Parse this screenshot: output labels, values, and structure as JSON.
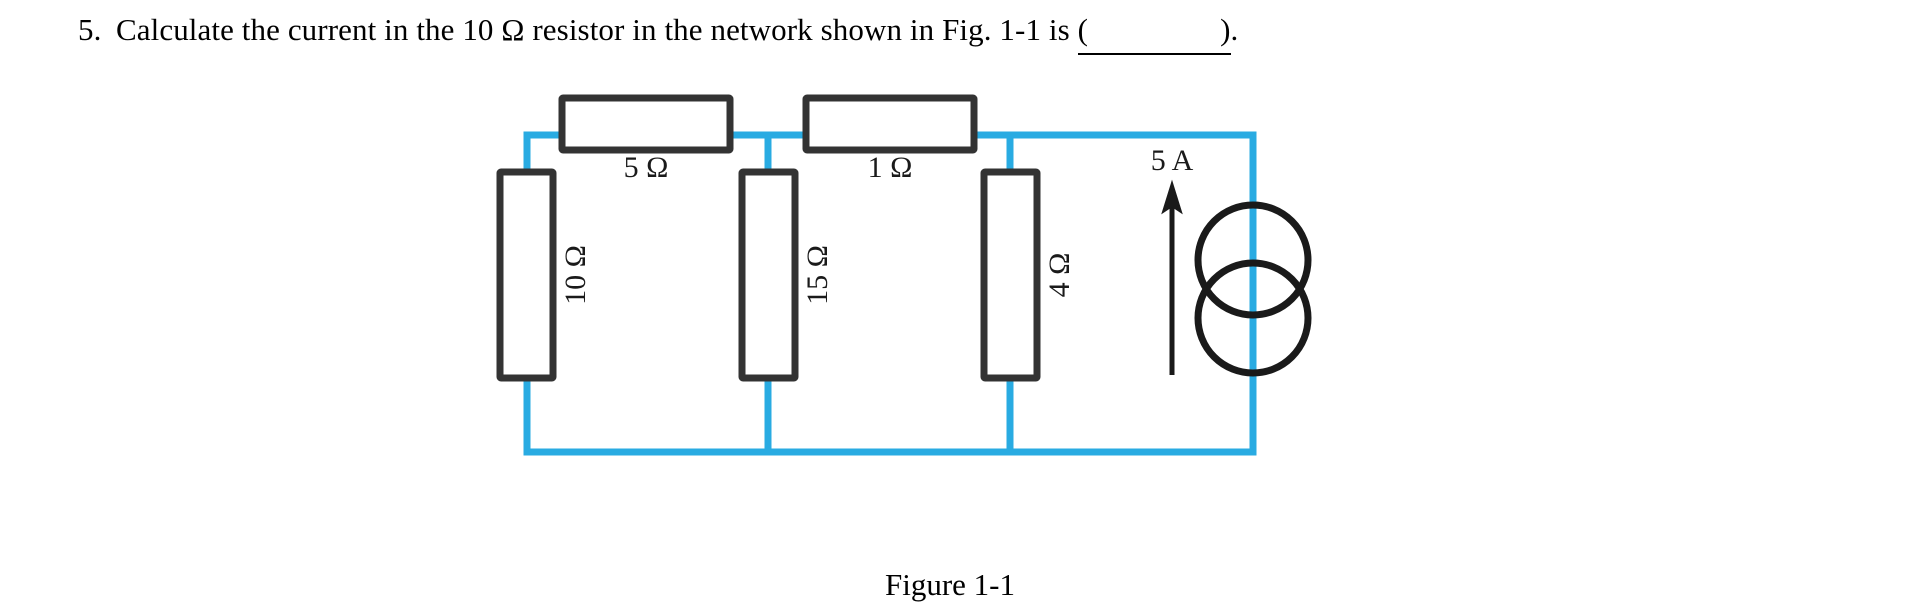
{
  "question": {
    "number": "5.",
    "text_before_blank": "Calculate the current in the 10 Ω resistor in the network shown in Fig. 1-1 is ",
    "blank_open_paren": "(",
    "blank_close_paren": ")",
    "trailing_period": "."
  },
  "figure": {
    "caption": "Figure 1-1",
    "wire_color": "#29ABE2",
    "component_color": "#333333",
    "label_color": "#1a1a1a",
    "series_resistors": [
      {
        "name": "5 ohm series resistor",
        "label": "5 Ω",
        "value": "5",
        "unit": "Ω",
        "orientation": "horizontal"
      },
      {
        "name": "1 ohm series resistor",
        "label": "1 Ω",
        "value": "1",
        "unit": "Ω",
        "orientation": "horizontal"
      }
    ],
    "shunt_resistors": [
      {
        "name": "10 ohm shunt resistor",
        "label": "10 Ω",
        "value": "10",
        "unit": "Ω",
        "orientation": "vertical"
      },
      {
        "name": "15 ohm shunt resistor",
        "label": "15 Ω",
        "value": "15",
        "unit": "Ω",
        "orientation": "vertical"
      },
      {
        "name": "4 ohm shunt resistor",
        "label": "4 Ω",
        "value": "4",
        "unit": "Ω",
        "orientation": "vertical"
      }
    ],
    "source": {
      "name": "current source",
      "label": "5 A",
      "value": "5",
      "unit": "A",
      "type": "independent current source",
      "arrow_direction": "up"
    }
  }
}
